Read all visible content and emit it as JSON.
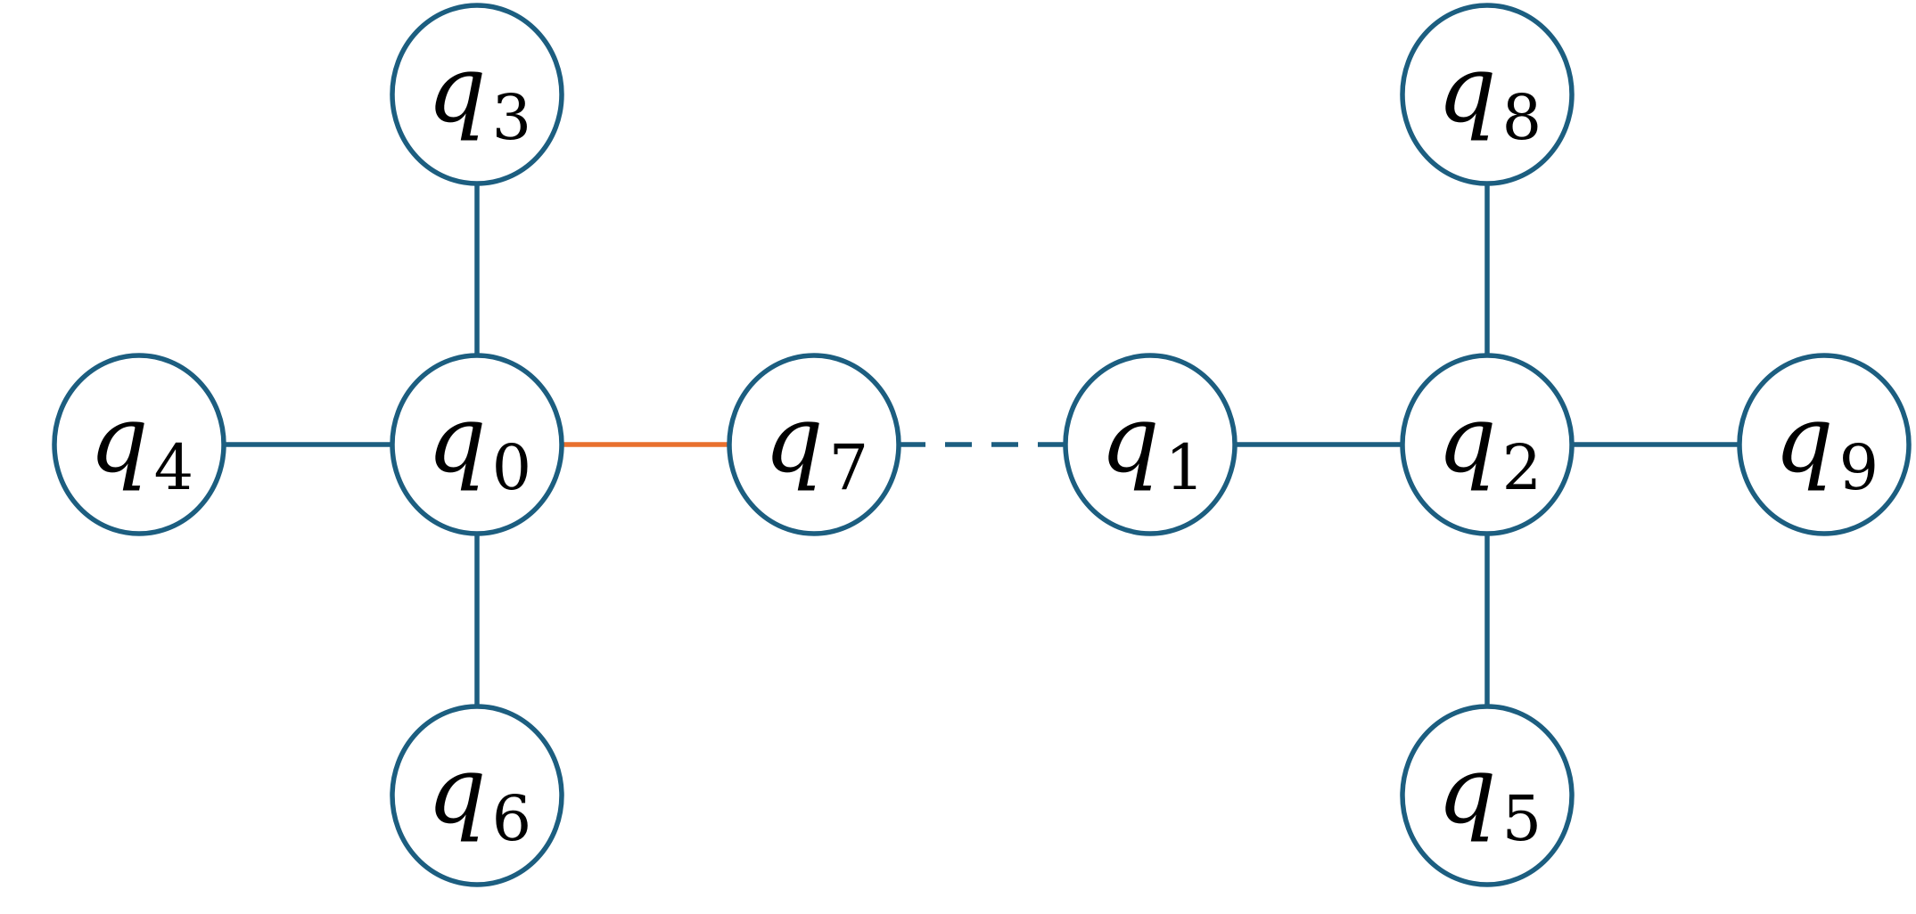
{
  "colors": {
    "node_stroke": "#1c5e80",
    "edge_default": "#1c5e80",
    "edge_highlight": "#e8702e",
    "background": "#ffffff",
    "text": "#000000"
  },
  "nodes": [
    {
      "id": "q0",
      "letter": "q",
      "sub": "0"
    },
    {
      "id": "q1",
      "letter": "q",
      "sub": "1"
    },
    {
      "id": "q2",
      "letter": "q",
      "sub": "2"
    },
    {
      "id": "q3",
      "letter": "q",
      "sub": "3"
    },
    {
      "id": "q4",
      "letter": "q",
      "sub": "4"
    },
    {
      "id": "q5",
      "letter": "q",
      "sub": "5"
    },
    {
      "id": "q6",
      "letter": "q",
      "sub": "6"
    },
    {
      "id": "q7",
      "letter": "q",
      "sub": "7"
    },
    {
      "id": "q8",
      "letter": "q",
      "sub": "8"
    },
    {
      "id": "q9",
      "letter": "q",
      "sub": "9"
    }
  ],
  "edges": [
    {
      "from": "q0",
      "to": "q3",
      "style": "solid",
      "color": "default"
    },
    {
      "from": "q0",
      "to": "q4",
      "style": "solid",
      "color": "default"
    },
    {
      "from": "q0",
      "to": "q6",
      "style": "solid",
      "color": "default"
    },
    {
      "from": "q0",
      "to": "q7",
      "style": "solid",
      "color": "highlight"
    },
    {
      "from": "q7",
      "to": "q1",
      "style": "dashed",
      "color": "default"
    },
    {
      "from": "q1",
      "to": "q2",
      "style": "solid",
      "color": "default"
    },
    {
      "from": "q2",
      "to": "q8",
      "style": "solid",
      "color": "default"
    },
    {
      "from": "q2",
      "to": "q5",
      "style": "solid",
      "color": "default"
    },
    {
      "from": "q2",
      "to": "q9",
      "style": "solid",
      "color": "default"
    }
  ]
}
